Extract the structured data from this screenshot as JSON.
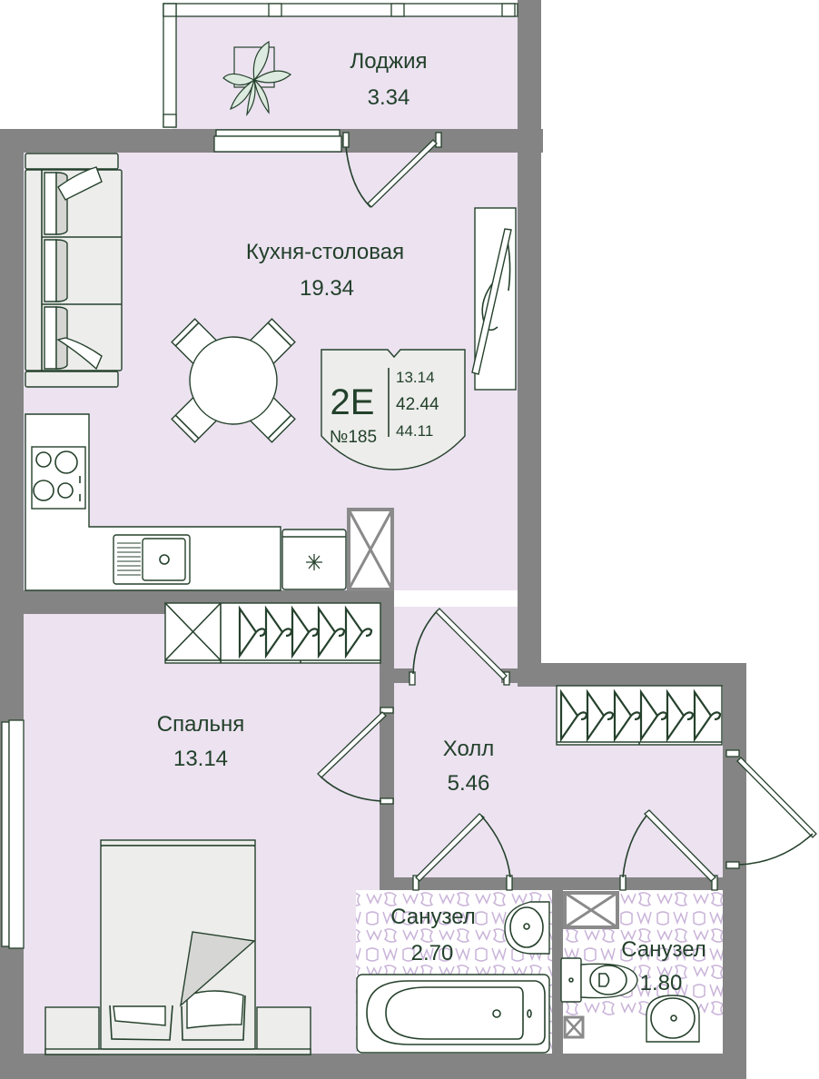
{
  "apartment": {
    "type": "2Е",
    "number": "№185",
    "areas": {
      "living": "13.14",
      "total": "42.44",
      "total_with_loggia": "44.11"
    }
  },
  "rooms": {
    "loggia": {
      "name": "Лоджия",
      "area": "3.34"
    },
    "kitchen": {
      "name": "Кухня-столовая",
      "area": "19.34"
    },
    "bedroom": {
      "name": "Спальня",
      "area": "13.14"
    },
    "hall": {
      "name": "Холл",
      "area": "5.46"
    },
    "bathroom_1": {
      "name": "Санузел",
      "area": "2.70"
    },
    "bathroom_2": {
      "name": "Санузел",
      "area": "1.80"
    }
  },
  "colors": {
    "floor": "#ece2f0",
    "wall": "#848484",
    "line": "#25412c",
    "tile_pattern": "#c9b3d9",
    "badge_bg": "#ededeb"
  },
  "icons": {
    "plant": "plant-icon",
    "sofa": "sofa-icon",
    "dining_table": "dining-table-icon",
    "stove": "cooktop-icon",
    "sink": "kitchen-sink-icon",
    "fridge": "fridge-icon",
    "wardrobe": "wardrobe-icon",
    "bed": "bed-icon",
    "bathtub": "bathtub-icon",
    "toilet": "toilet-icon",
    "washbasin": "washbasin-icon",
    "tv": "tv-icon"
  }
}
